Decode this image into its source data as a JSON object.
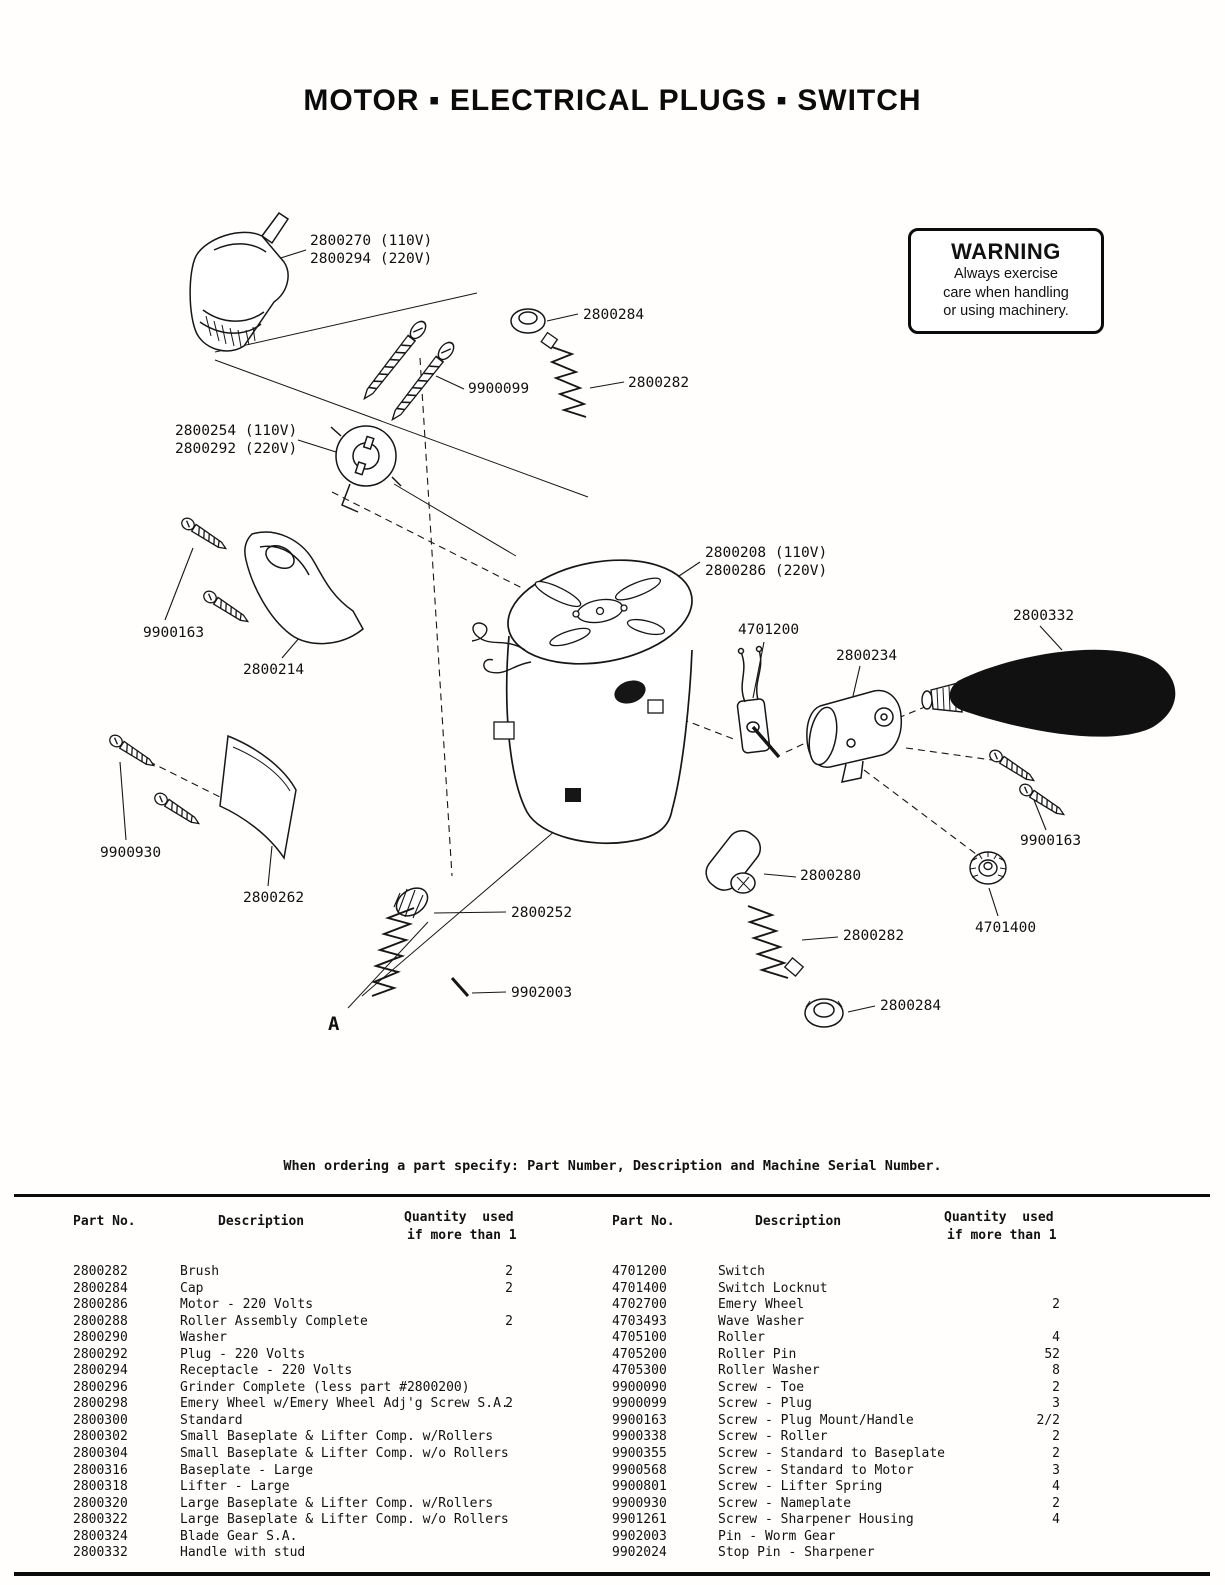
{
  "title": "MOTOR ▪ ELECTRICAL PLUGS ▪ SWITCH",
  "colors": {
    "ink": "#111111",
    "paper": "#ffffff"
  },
  "warning": {
    "title": "WARNING",
    "lines": [
      "Always exercise",
      "care when handling",
      "or using machinery."
    ]
  },
  "callouts": {
    "plug_110": "2800270 (110V)",
    "plug_220": "2800294 (220V)",
    "cap_top": "2800284",
    "screw_plug": "9900099",
    "brush_top": "2800282",
    "receptacle_110": "2800254 (110V)",
    "receptacle_220": "2800292 (220V)",
    "motor_110": "2800208 (110V)",
    "motor_220": "2800286 (220V)",
    "switch": "4701200",
    "switch_housing": "2800234",
    "handle": "2800332",
    "screw_plug_mount_left": "9900163",
    "plug_mount": "2800214",
    "screw_nameplate": "9900930",
    "nameplate": "2800262",
    "worm_gear": "2800252",
    "pin_worm_gear": "9902003",
    "section_a": "A",
    "brush_holder": "2800280",
    "brush_bottom": "2800282",
    "cap_bottom": "2800284",
    "switch_locknut": "4701400",
    "screw_handle_right": "9900163"
  },
  "ordering_note": "When ordering a part specify: Part Number, Description and Machine Serial Number.",
  "table": {
    "headers": {
      "part": "Part No.",
      "desc": "Description",
      "qty_line1": "Quantity  used",
      "qty_line2": "if more than 1"
    },
    "left": [
      {
        "part": "2800282",
        "desc": "Brush",
        "qty": "2"
      },
      {
        "part": "2800284",
        "desc": "Cap",
        "qty": "2"
      },
      {
        "part": "2800286",
        "desc": "Motor - 220 Volts",
        "qty": ""
      },
      {
        "part": "2800288",
        "desc": "Roller Assembly Complete",
        "qty": "2"
      },
      {
        "part": "2800290",
        "desc": "Washer",
        "qty": ""
      },
      {
        "part": "2800292",
        "desc": "Plug - 220 Volts",
        "qty": ""
      },
      {
        "part": "2800294",
        "desc": "Receptacle - 220 Volts",
        "qty": ""
      },
      {
        "part": "2800296",
        "desc": "Grinder Complete (less part #2800200)",
        "qty": ""
      },
      {
        "part": "2800298",
        "desc": "Emery Wheel w/Emery Wheel Adj'g Screw S.A.",
        "qty": "2"
      },
      {
        "part": "2800300",
        "desc": "Standard",
        "qty": ""
      },
      {
        "part": "2800302",
        "desc": "Small Baseplate & Lifter Comp. w/Rollers",
        "qty": ""
      },
      {
        "part": "2800304",
        "desc": "Small Baseplate & Lifter Comp. w/o Rollers",
        "qty": ""
      },
      {
        "part": "2800316",
        "desc": "Baseplate - Large",
        "qty": ""
      },
      {
        "part": "2800318",
        "desc": "Lifter - Large",
        "qty": ""
      },
      {
        "part": "2800320",
        "desc": "Large Baseplate & Lifter Comp. w/Rollers",
        "qty": ""
      },
      {
        "part": "2800322",
        "desc": "Large Baseplate & Lifter Comp. w/o Rollers",
        "qty": ""
      },
      {
        "part": "2800324",
        "desc": "Blade Gear S.A.",
        "qty": ""
      },
      {
        "part": "2800332",
        "desc": "Handle with stud",
        "qty": ""
      }
    ],
    "right": [
      {
        "part": "4701200",
        "desc": "Switch",
        "qty": ""
      },
      {
        "part": "4701400",
        "desc": "Switch Locknut",
        "qty": ""
      },
      {
        "part": "4702700",
        "desc": "Emery Wheel",
        "qty": "2"
      },
      {
        "part": "4703493",
        "desc": "Wave Washer",
        "qty": ""
      },
      {
        "part": "4705100",
        "desc": "Roller",
        "qty": "4"
      },
      {
        "part": "4705200",
        "desc": "Roller Pin",
        "qty": "52"
      },
      {
        "part": "4705300",
        "desc": "Roller Washer",
        "qty": "8"
      },
      {
        "part": "9900090",
        "desc": "Screw - Toe",
        "qty": "2"
      },
      {
        "part": "9900099",
        "desc": "Screw - Plug",
        "qty": "3"
      },
      {
        "part": "9900163",
        "desc": "Screw - Plug Mount/Handle",
        "qty": "2/2"
      },
      {
        "part": "9900338",
        "desc": "Screw - Roller",
        "qty": "2"
      },
      {
        "part": "9900355",
        "desc": "Screw - Standard to Baseplate",
        "qty": "2"
      },
      {
        "part": "9900568",
        "desc": "Screw - Standard to Motor",
        "qty": "3"
      },
      {
        "part": "9900801",
        "desc": "Screw - Lifter Spring",
        "qty": "4"
      },
      {
        "part": "9900930",
        "desc": "Screw - Nameplate",
        "qty": "2"
      },
      {
        "part": "9901261",
        "desc": "Screw - Sharpener Housing",
        "qty": "4"
      },
      {
        "part": "9902003",
        "desc": "Pin - Worm Gear",
        "qty": ""
      },
      {
        "part": "9902024",
        "desc": "Stop Pin - Sharpener",
        "qty": ""
      }
    ]
  }
}
